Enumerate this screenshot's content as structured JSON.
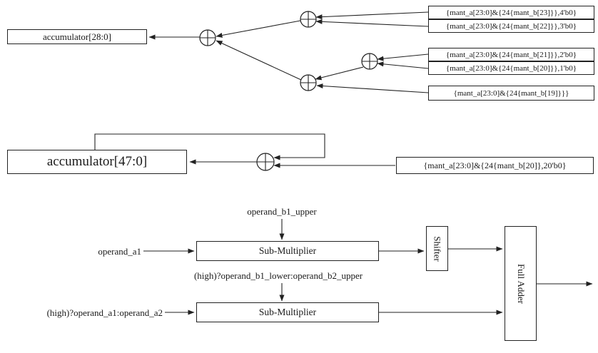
{
  "top": {
    "accumulator": "accumulator[28:0]",
    "operands": [
      "{mant_a[23:0]&{24{mant_b[23]}},4'b0}",
      "{mant_a[23:0]&{24{mant_b[22]}},3'b0}",
      "{mant_a[23:0]&{24{mant_b[21]}},2'b0}",
      "{mant_a[23:0]&{24{mant_b[20]}},1'b0}",
      "{mant_a[23:0]&{24{mant_b[19]}}}"
    ]
  },
  "mid": {
    "accumulator": "accumulator[47:0]",
    "operand": "{mant_a[23:0]&{24{mant_b[20]},20'b0}"
  },
  "bottom": {
    "b1_upper_label": "operand_b1_upper",
    "a1_label": "operand_a1",
    "b_mux_label": "(high)?operand_b1_lower:operand_b2_upper",
    "a_mux_label": "(high)?operand_a1:operand_a2",
    "submult1_label": "Sub-Multiplier",
    "submult2_label": "Sub-Multiplier",
    "shifter_label": "Shifter",
    "full_adder_label": "Full Adder"
  },
  "colors": {
    "ink": "#1a1a1a",
    "line": "#222222",
    "background": "#ffffff"
  }
}
